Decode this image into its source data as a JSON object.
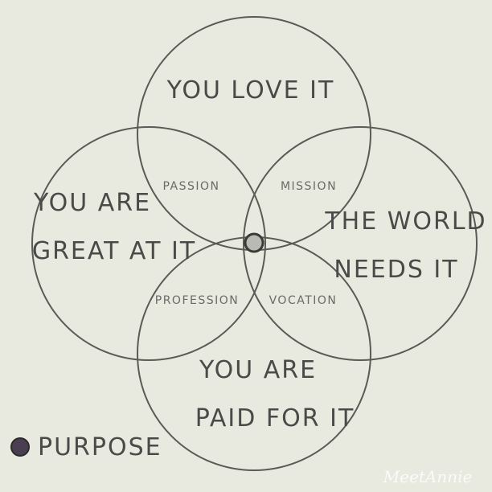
{
  "circles": {
    "top": "YOU LOVE IT",
    "left_line1": "YOU ARE",
    "left_line2": "GREAT AT IT",
    "right_line1": "THE WORLD",
    "right_line2": "NEEDS IT",
    "bottom_line1": "YOU ARE",
    "bottom_line2": "PAID FOR IT"
  },
  "overlaps": {
    "top_left": "PASSION",
    "top_right": "MISSION",
    "bottom_left": "PROFESSION",
    "bottom_right": "VOCATION"
  },
  "legend": {
    "label": "PURPOSE"
  },
  "signature": "MeetAnnie",
  "colors": {
    "background": "#e9eadf",
    "line": "#5a5a56",
    "center_dot": "#b9bab4",
    "legend_dot": "#4a3f52"
  }
}
